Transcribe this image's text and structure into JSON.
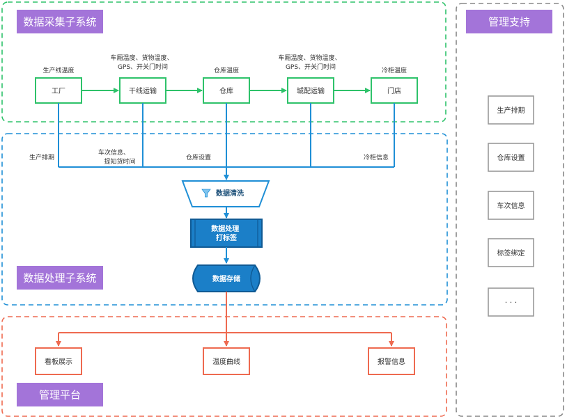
{
  "colors": {
    "green": "#2ec26a",
    "blue": "#1f8fd6",
    "red": "#ee6a50",
    "gray": "#888888",
    "purple": "#a374d9",
    "dark_blue": "#1b6ea8"
  },
  "collection_subsystem": {
    "title": "数据采集子系统",
    "nodes": [
      {
        "label": "工厂",
        "caption_lines": [
          "生产线温度"
        ]
      },
      {
        "label": "干线运输",
        "caption_lines": [
          "车厢温度、货物温度、",
          "GPS、开关门时间"
        ]
      },
      {
        "label": "仓库",
        "caption_lines": [
          "仓库温度"
        ]
      },
      {
        "label": "城配运输",
        "caption_lines": [
          "车厢温度、货物温度、",
          "GPS、开关门时间"
        ]
      },
      {
        "label": "门店",
        "caption_lines": [
          "冷柜温度"
        ]
      }
    ]
  },
  "processing_subsystem": {
    "title": "数据处理子系统",
    "inputs": [
      {
        "lines": [
          "生产排期"
        ]
      },
      {
        "lines": [
          "车次信息、",
          "提知货时间"
        ]
      },
      {
        "lines": [
          "仓库设置"
        ]
      },
      {
        "lines": [
          "冷柜信息"
        ]
      }
    ],
    "filter_icon": "funnel-icon",
    "cleaning_label": "数据清洗",
    "process_lines": [
      "数据处理",
      "打标签"
    ],
    "storage_label": "数据存储"
  },
  "management_platform": {
    "title": "管理平台",
    "outputs": [
      "看板展示",
      "温度曲线",
      "报警信息"
    ]
  },
  "management_support": {
    "title": "管理支持",
    "items": [
      "生产排期",
      "仓库设置",
      "车次信息",
      "标签绑定",
      "· · ·"
    ]
  }
}
